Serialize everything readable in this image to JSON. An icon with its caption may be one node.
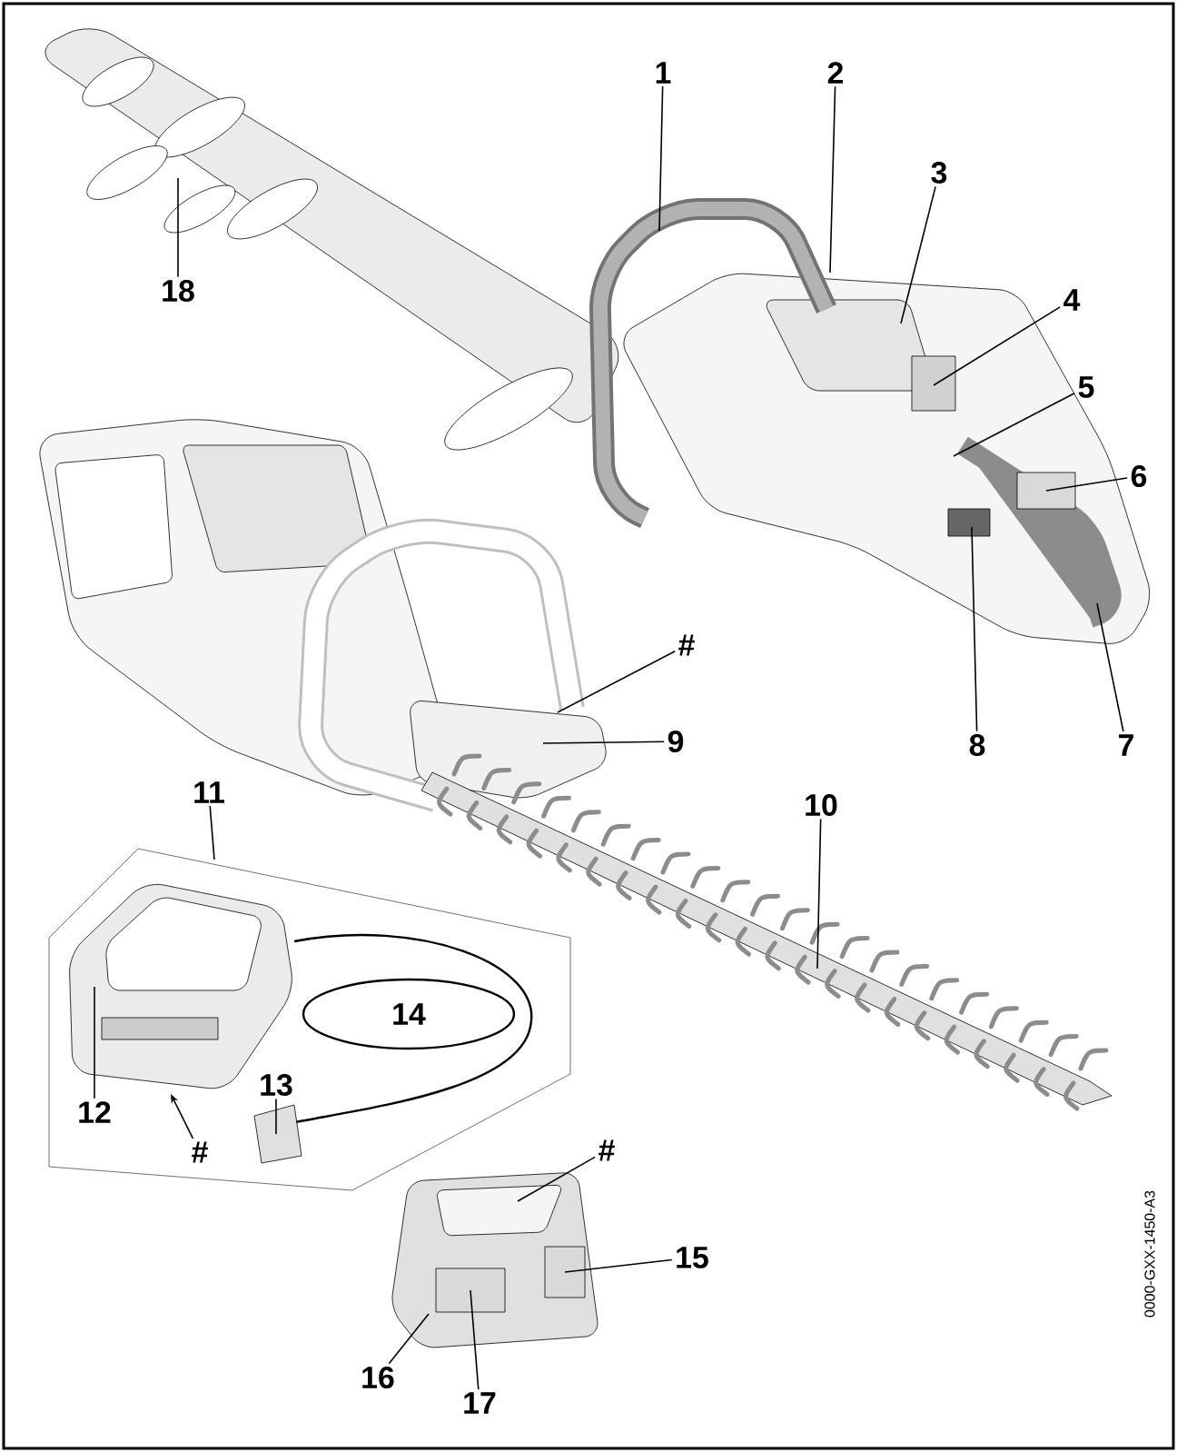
{
  "diagram": {
    "nodes": [
      {
        "text": [
          "1"
        ]
      },
      {
        "text": [
          "2"
        ]
      },
      {
        "text": [
          "3"
        ]
      },
      {
        "text": [
          "4"
        ]
      },
      {
        "text": [
          "5"
        ]
      },
      {
        "text": [
          "6"
        ]
      },
      {
        "text": [
          "18"
        ]
      },
      {
        "text": [
          "#"
        ]
      },
      {
        "text": [
          "9"
        ]
      },
      {
        "text": [
          "7"
        ]
      },
      {
        "text": [
          "8"
        ]
      },
      {
        "text": [
          "11"
        ]
      },
      {
        "text": [
          "10"
        ]
      },
      {
        "text": [
          "12"
        ]
      },
      {
        "text": [
          "13"
        ]
      },
      {
        "text": [
          "#"
        ]
      },
      {
        "text": [
          "#"
        ]
      },
      {
        "text": [
          "15"
        ]
      },
      {
        "text": [
          "16"
        ]
      },
      {
        "text": [
          "17"
        ]
      }
    ],
    "edges": [
      {
        "from": 0,
        "to": null,
        "arrow": "none"
      },
      {
        "from": 1,
        "to": null,
        "arrow": "none"
      },
      {
        "from": 2,
        "to": null,
        "arrow": "none"
      },
      {
        "from": 3,
        "to": null,
        "arrow": "none"
      },
      {
        "from": 4,
        "to": null,
        "arrow": "none"
      },
      {
        "from": 5,
        "to": null,
        "arrow": "none"
      },
      {
        "from": 6,
        "to": null,
        "arrow": "none"
      },
      {
        "from": 7,
        "to": null,
        "arrow": "none"
      },
      {
        "from": 8,
        "to": null,
        "arrow": "none"
      },
      {
        "from": 9,
        "to": null,
        "arrow": "none"
      },
      {
        "from": 10,
        "to": null,
        "arrow": "none"
      },
      {
        "from": 11,
        "to": null,
        "arrow": "none"
      },
      {
        "from": 12,
        "to": null,
        "arrow": "none"
      },
      {
        "from": 13,
        "to": null,
        "arrow": "none"
      },
      {
        "from": 14,
        "to": null,
        "arrow": "none"
      },
      {
        "from": 15,
        "to": null,
        "arrow": "to"
      },
      {
        "from": 16,
        "to": null,
        "arrow": "none"
      },
      {
        "from": 17,
        "to": null,
        "arrow": "none"
      },
      {
        "from": 18,
        "to": null,
        "arrow": "none"
      },
      {
        "from": 19,
        "to": null,
        "arrow": "none"
      }
    ],
    "labels": [
      "14",
      "0000-GXX-1450-A3"
    ]
  }
}
